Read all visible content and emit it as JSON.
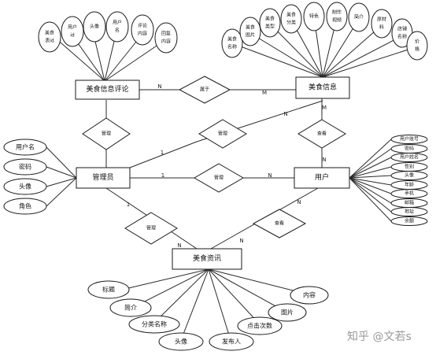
{
  "entities": {
    "food_review": "美食信息评论",
    "food_info": "美食信息",
    "admin": "管理员",
    "user": "用户",
    "food_news": "美食资讯"
  },
  "relations": {
    "review_food": "属于",
    "admin_review": "管理",
    "admin_food": "管理",
    "admin_user": "管理",
    "user_food": "查看",
    "admin_news": "管理",
    "user_news": "查看"
  },
  "cardinalities": {
    "rf_left": "N",
    "rf_right": "M",
    "af_end": "N",
    "af_start": "1",
    "uf_top": "M",
    "uf_bottom": "N",
    "au_left": "1",
    "au_right": "N",
    "an_top": "1",
    "an_bottom": "N",
    "un_top": "N",
    "un_bottom": "N"
  },
  "review_attrs": [
    [
      "美食",
      "表id"
    ],
    [
      "用户",
      "id"
    ],
    [
      "头像"
    ],
    [
      "用户",
      "名"
    ],
    [
      "评论",
      "内容"
    ],
    [
      "回复",
      "内容"
    ]
  ],
  "food_attrs": [
    [
      "美食",
      "名称"
    ],
    [
      "美食",
      "图片"
    ],
    [
      "美食",
      "类型"
    ],
    [
      "美食",
      "分类"
    ],
    [
      "特色"
    ],
    [
      "制作",
      "视频"
    ],
    [
      "简介"
    ],
    [
      "原材",
      "料"
    ],
    [
      "店铺",
      "名称"
    ],
    [
      "价",
      "格"
    ]
  ],
  "admin_attrs": [
    "用户名",
    "密码",
    "头像",
    "角色"
  ],
  "user_attrs": [
    "用户账号",
    "密码",
    "用户姓名",
    "性别",
    "头像",
    "年龄",
    "手机",
    "邮箱",
    "地址",
    "余额"
  ],
  "news_attrs": [
    "标题",
    "简介",
    "分类名称",
    "头像",
    "发布人",
    "点击次数",
    "图片",
    "内容"
  ],
  "watermark": "知乎 @文若s"
}
